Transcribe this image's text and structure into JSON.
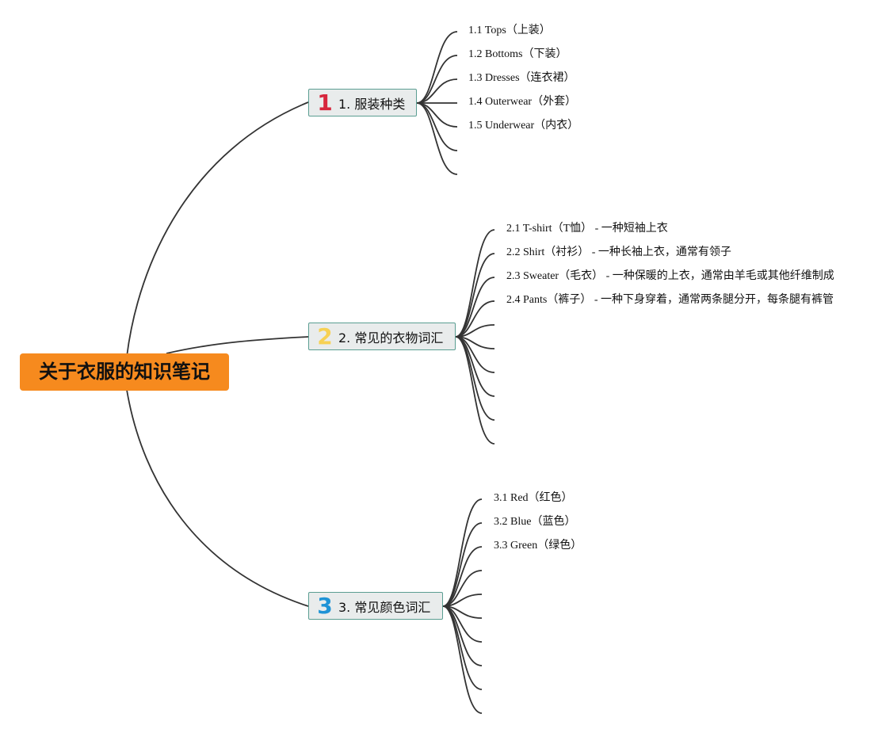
{
  "root": {
    "title": "关于衣服的知识笔记"
  },
  "colors": {
    "root": "#f68a1e",
    "badge1": "#d7263d",
    "badge2": "#f7d154",
    "badge3": "#1f93d6",
    "line": "#333333"
  },
  "branches": [
    {
      "id": "b1",
      "badge": "1",
      "label": "1. 服装种类",
      "leaves": [
        "1.1 Tops（上装）",
        "1.2 Bottoms（下装）",
        "1.3 Dresses（连衣裙）",
        "1.4 Outerwear（外套）",
        "1.5 Underwear（内衣）",
        "",
        ""
      ]
    },
    {
      "id": "b2",
      "badge": "2",
      "label": "2. 常见的衣物词汇",
      "leaves": [
        "2.1 T-shirt（T恤） - 一种短袖上衣",
        "2.2 Shirt（衬衫） - 一种长袖上衣，通常有领子",
        "2.3 Sweater（毛衣） - 一种保暖的上衣，通常由羊毛或其他纤维制成",
        "2.4 Pants（裤子） - 一种下身穿着，通常两条腿分开，每条腿有裤管",
        "",
        "",
        "",
        "",
        "",
        ""
      ]
    },
    {
      "id": "b3",
      "badge": "3",
      "label": "3. 常见颜色词汇",
      "leaves": [
        "3.1 Red（红色）",
        "3.2 Blue（蓝色）",
        "3.3 Green（绿色）",
        "",
        "",
        "",
        "",
        "",
        "",
        ""
      ]
    }
  ]
}
